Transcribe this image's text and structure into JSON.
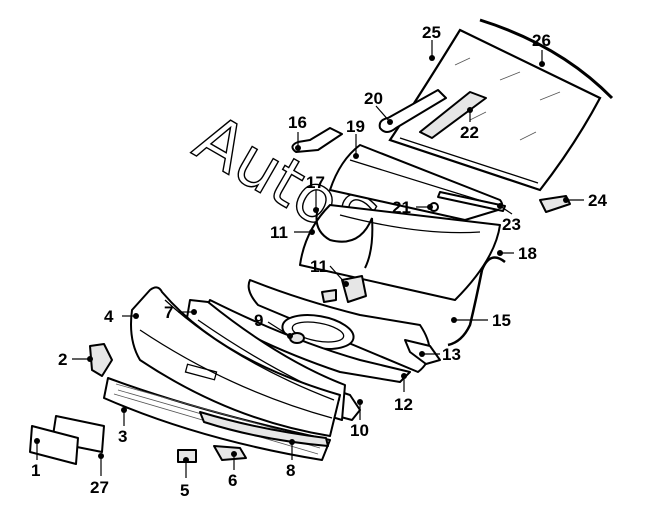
{
  "watermark": {
    "text": "AutoSoft"
  },
  "callouts": [
    {
      "id": "c1",
      "label": "1"
    },
    {
      "id": "c2",
      "label": "2"
    },
    {
      "id": "c3",
      "label": "3"
    },
    {
      "id": "c4",
      "label": "4"
    },
    {
      "id": "c5",
      "label": "5"
    },
    {
      "id": "c6",
      "label": "6"
    },
    {
      "id": "c7",
      "label": "7"
    },
    {
      "id": "c8",
      "label": "8"
    },
    {
      "id": "c9",
      "label": "9"
    },
    {
      "id": "c10",
      "label": "10"
    },
    {
      "id": "c11a",
      "label": "11"
    },
    {
      "id": "c11b",
      "label": "11"
    },
    {
      "id": "c12",
      "label": "12"
    },
    {
      "id": "c13",
      "label": "13"
    },
    {
      "id": "c14",
      "label": "14"
    },
    {
      "id": "c15",
      "label": "15"
    },
    {
      "id": "c16",
      "label": "16"
    },
    {
      "id": "c17",
      "label": "17"
    },
    {
      "id": "c18",
      "label": "18"
    },
    {
      "id": "c19",
      "label": "19"
    },
    {
      "id": "c20",
      "label": "20"
    },
    {
      "id": "c21",
      "label": "21"
    },
    {
      "id": "c22",
      "label": "22"
    },
    {
      "id": "c23",
      "label": "23"
    },
    {
      "id": "c24",
      "label": "24"
    },
    {
      "id": "c25",
      "label": "25"
    },
    {
      "id": "c26",
      "label": "26"
    },
    {
      "id": "c27",
      "label": "27"
    }
  ]
}
